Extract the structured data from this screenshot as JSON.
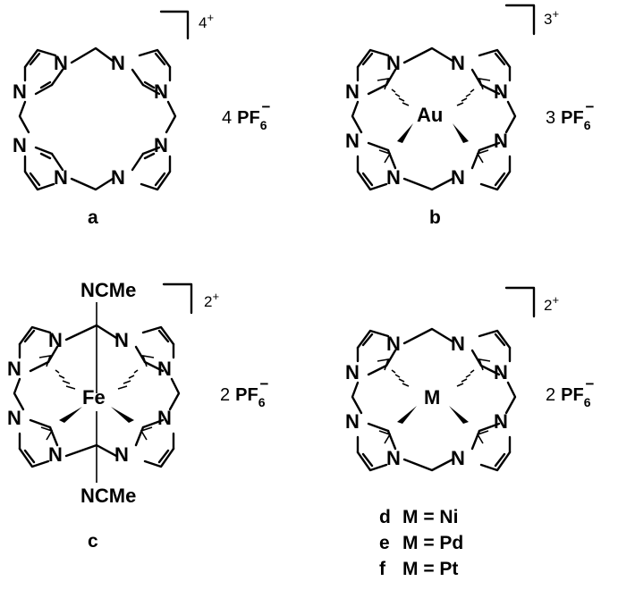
{
  "compounds": [
    {
      "id": "a",
      "label": "a",
      "metal": "",
      "charge": "4",
      "charge_sign": "+",
      "counterion_count": "4",
      "counterion": "PF",
      "counterion_sub": "6",
      "counterion_sign": "−",
      "axial_ligand": ""
    },
    {
      "id": "b",
      "label": "b",
      "metal": "Au",
      "charge": "3",
      "charge_sign": "+",
      "counterion_count": "3",
      "counterion": "PF",
      "counterion_sub": "6",
      "counterion_sign": "−",
      "axial_ligand": ""
    },
    {
      "id": "c",
      "label": "c",
      "metal": "Fe",
      "charge": "2",
      "charge_sign": "+",
      "counterion_count": "2",
      "counterion": "PF",
      "counterion_sub": "6",
      "counterion_sign": "−",
      "axial_ligand": "NCMe"
    },
    {
      "id": "def",
      "label": "",
      "metal": "M",
      "charge": "2",
      "charge_sign": "+",
      "counterion_count": "2",
      "counterion": "PF",
      "counterion_sub": "6",
      "counterion_sign": "−",
      "axial_ligand": ""
    }
  ],
  "atom_symbol": "N",
  "metal_variants": [
    {
      "label": "d",
      "text": "M = Ni"
    },
    {
      "label": "e",
      "text": "M = Pd"
    },
    {
      "label": "f",
      "text": "M = Pt"
    }
  ]
}
